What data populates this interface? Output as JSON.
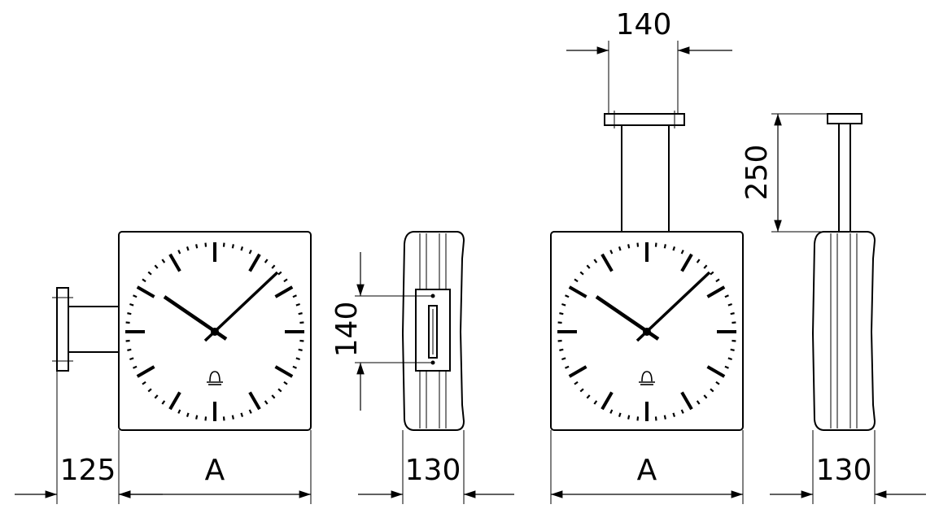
{
  "dimensions": {
    "wall_bracket_depth": "125",
    "face_width_left": "A",
    "side_depth_left": "130",
    "side_bracket_height": "140",
    "ceiling_bracket_width": "140",
    "face_width_right": "A",
    "ceiling_tube_length": "250",
    "side_depth_right": "130"
  },
  "views": [
    "wall-mount-front",
    "wall-mount-side",
    "ceiling-mount-front",
    "ceiling-mount-side"
  ],
  "icons": [
    "clock-dial-icon",
    "bell-logo-icon"
  ]
}
